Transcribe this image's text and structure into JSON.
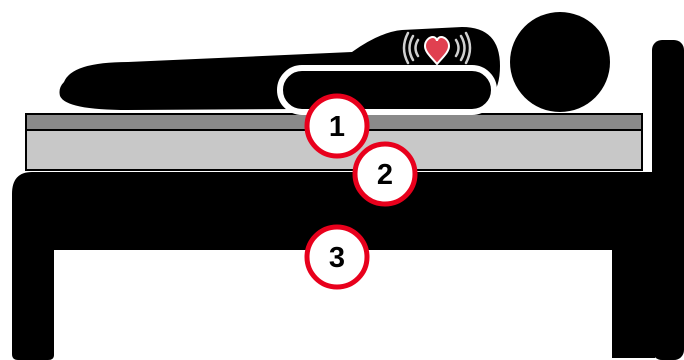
{
  "colors": {
    "silhouette": "#000000",
    "mattress_top_layer": "#8a8a8a",
    "mattress_bottom_layer": "#c8c8c8",
    "marker_ring": "#e8001c",
    "marker_fill": "#ffffff",
    "heart": "#e04050",
    "background": "#ffffff"
  },
  "icons": {
    "heart": "heart-icon",
    "heartbeat_waves": "vibration-waves-icon"
  },
  "markers": [
    {
      "label": "1"
    },
    {
      "label": "2"
    },
    {
      "label": "3"
    }
  ]
}
